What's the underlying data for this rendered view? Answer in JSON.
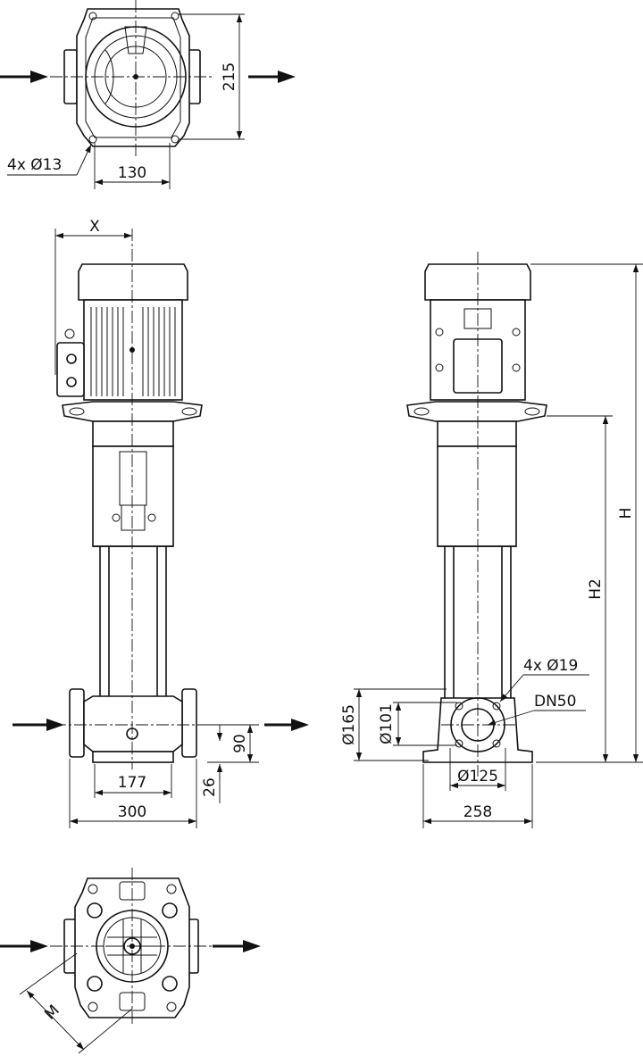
{
  "dimensions": {
    "top_view": {
      "holes": "4x Ø13",
      "width": "130",
      "depth": "215"
    },
    "front_view": {
      "x_offset": "X",
      "inlet_height": "90",
      "base_height": "26",
      "foot_span": "177",
      "flange_span": "300"
    },
    "side_view": {
      "total_height": "H",
      "pump_height": "H2",
      "flange_outer": "Ø165",
      "flange_inner": "Ø101",
      "bolt_circle": "Ø125",
      "base_width": "258",
      "flange_holes": "4x Ø19",
      "nominal_diameter": "DN50"
    },
    "bottom_view": {
      "diagonal": "M"
    }
  }
}
